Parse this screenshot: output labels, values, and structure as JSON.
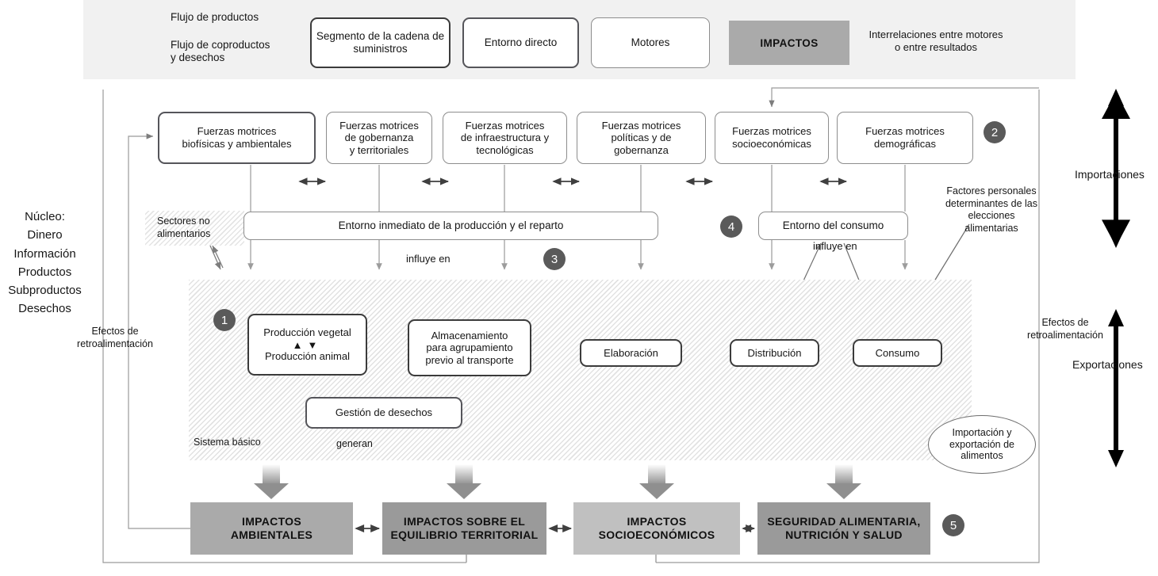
{
  "legend": {
    "flow_products": "Flujo de productos",
    "flow_coproducts": "Flujo de coproductos\ny desechos",
    "key_segment": "Segmento de la cadena de\nsuministros",
    "key_direct_env": "Entorno directo",
    "key_drivers": "Motores",
    "key_impacts": "IMPACTOS",
    "interrelations": "Interrelaciones entre motores\no entre resultados"
  },
  "drivers": [
    {
      "label": "Fuerzas motrices\nbiofísicas y ambientales"
    },
    {
      "label": "Fuerzas motrices\nde gobernanza\ny territoriales"
    },
    {
      "label": "Fuerzas motrices\nde infraestructura y\ntecnológicas"
    },
    {
      "label": "Fuerzas motrices\npolíticas y de\ngobernanza"
    },
    {
      "label": "Fuerzas motrices\nsocioeconómicas"
    },
    {
      "label": "Fuerzas motrices\ndemográficas"
    }
  ],
  "environments": {
    "production": "Entorno inmediato de la producción y el reparto",
    "consumption": "Entorno del consumo"
  },
  "chain": {
    "production_plant": "Producción vegetal",
    "production_animal": "Producción animal",
    "storage": "Almacenamiento\npara agrupamiento\nprevio al transporte",
    "processing": "Elaboración",
    "distribution": "Distribución",
    "consumption": "Consumo",
    "waste": "Gestión de desechos",
    "trade": "Importación y\nexportación de\nalimentos"
  },
  "impacts": [
    {
      "label": "IMPACTOS\nAMBIENTALES"
    },
    {
      "label": "IMPACTOS SOBRE EL\nEQUILIBRIO TERRITORIAL"
    },
    {
      "label": "IMPACTOS\nSOCIOECONÓMICOS"
    },
    {
      "label": "SEGURIDAD ALIMENTARIA,\nNUTRICIÓN Y SALUD"
    }
  ],
  "badges": {
    "one": "1",
    "two": "2",
    "three": "3",
    "four": "4",
    "five": "5"
  },
  "labels": {
    "core": "Núcleo:\nDinero\nInformación\nProductos\nSubproductos\nDesechos",
    "non_food_sectors": "Sectores no\nalimentarios",
    "influences_1": "influye en",
    "influences_2": "influye en",
    "personal_factors": "Factores personales\ndeterminantes de las\nelecciones alimentarias",
    "basic_system": "Sistema básico",
    "generate": "generan",
    "feedback_left": "Efectos de\nretroalimentación",
    "feedback_right": "Efectos de\nretroalimentación",
    "imports": "Importaciones",
    "exports": "Exportaciones"
  },
  "colors": {
    "legend_band": "#f1f1f1",
    "impact_light": "#c0c0c0",
    "impact_mid": "#aaaaaa",
    "impact_dark": "#9a9a9a",
    "badge": "#5a5a5a",
    "box_border_dark": "#3b3b3b",
    "box_border_light": "#8d8d8d",
    "gray_flow": "#9c9c9c",
    "dashed_flow": "#1b1b1b"
  }
}
